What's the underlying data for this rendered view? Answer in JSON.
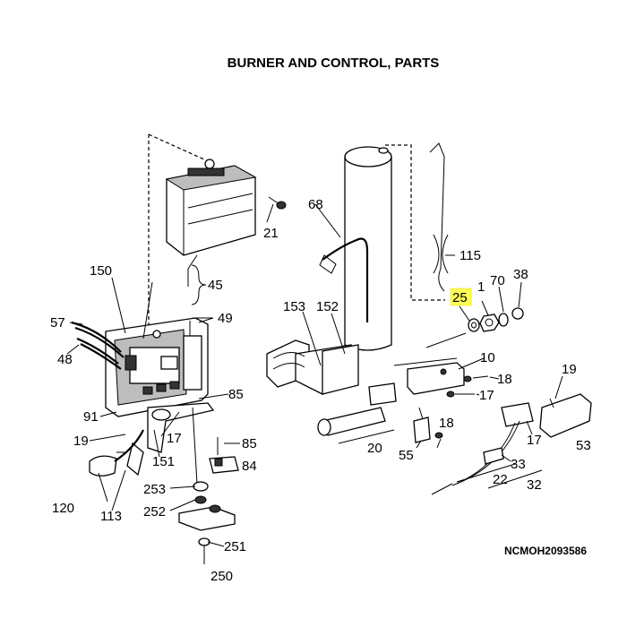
{
  "title": "BURNER AND CONTROL, PARTS",
  "drawing_code": "NCMOH2093586",
  "highlight_color": "#ffff55",
  "highlighted_part": "25",
  "callouts": {
    "c21": "21",
    "c45": "45",
    "c68": "68",
    "c115": "115",
    "c150": "150",
    "c57": "57",
    "c48": "48",
    "c49": "49",
    "c153": "153",
    "c152": "152",
    "c25": "25",
    "c1": "1",
    "c70": "70",
    "c38": "38",
    "c10": "10",
    "c18a": "18",
    "c17a": "17",
    "c19a": "19",
    "c85a": "85",
    "c91": "91",
    "c19b": "19",
    "c17b": "17",
    "c151": "151",
    "c85b": "85",
    "c84": "84",
    "c20": "20",
    "c55": "55",
    "c18b": "18",
    "c17c": "17",
    "c53": "53",
    "c33": "33",
    "c22": "22",
    "c32": "32",
    "c120": "120",
    "c113": "113",
    "c253": "253",
    "c252": "252",
    "c251": "251",
    "c250": "250"
  }
}
